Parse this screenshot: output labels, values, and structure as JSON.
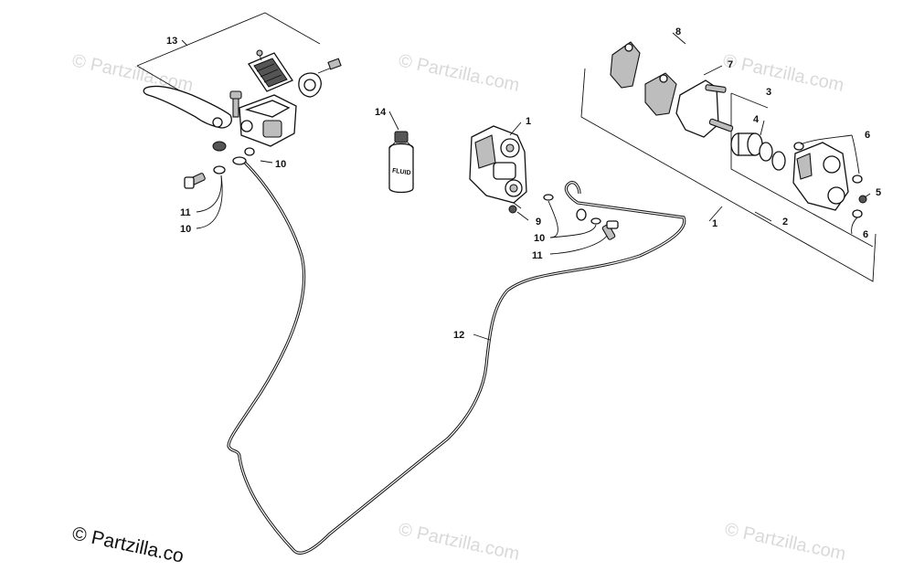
{
  "watermark": {
    "text": "© Partzilla.com",
    "bottom_left_text": "© Partzilla.co"
  },
  "bottle_label": "FLUID",
  "callouts": {
    "c1_top": "1",
    "c1_right": "1",
    "c2": "2",
    "c3": "3",
    "c4": "4",
    "c5": "5",
    "c6_top": "6",
    "c6_bottom": "6",
    "c7": "7",
    "c8": "8",
    "c9": "9",
    "c10_left_top": "10",
    "c10_left_bottom": "10",
    "c10_mid": "10",
    "c11_left": "11",
    "c11_mid": "11",
    "c12": "12",
    "c13": "13",
    "c14": "14"
  }
}
